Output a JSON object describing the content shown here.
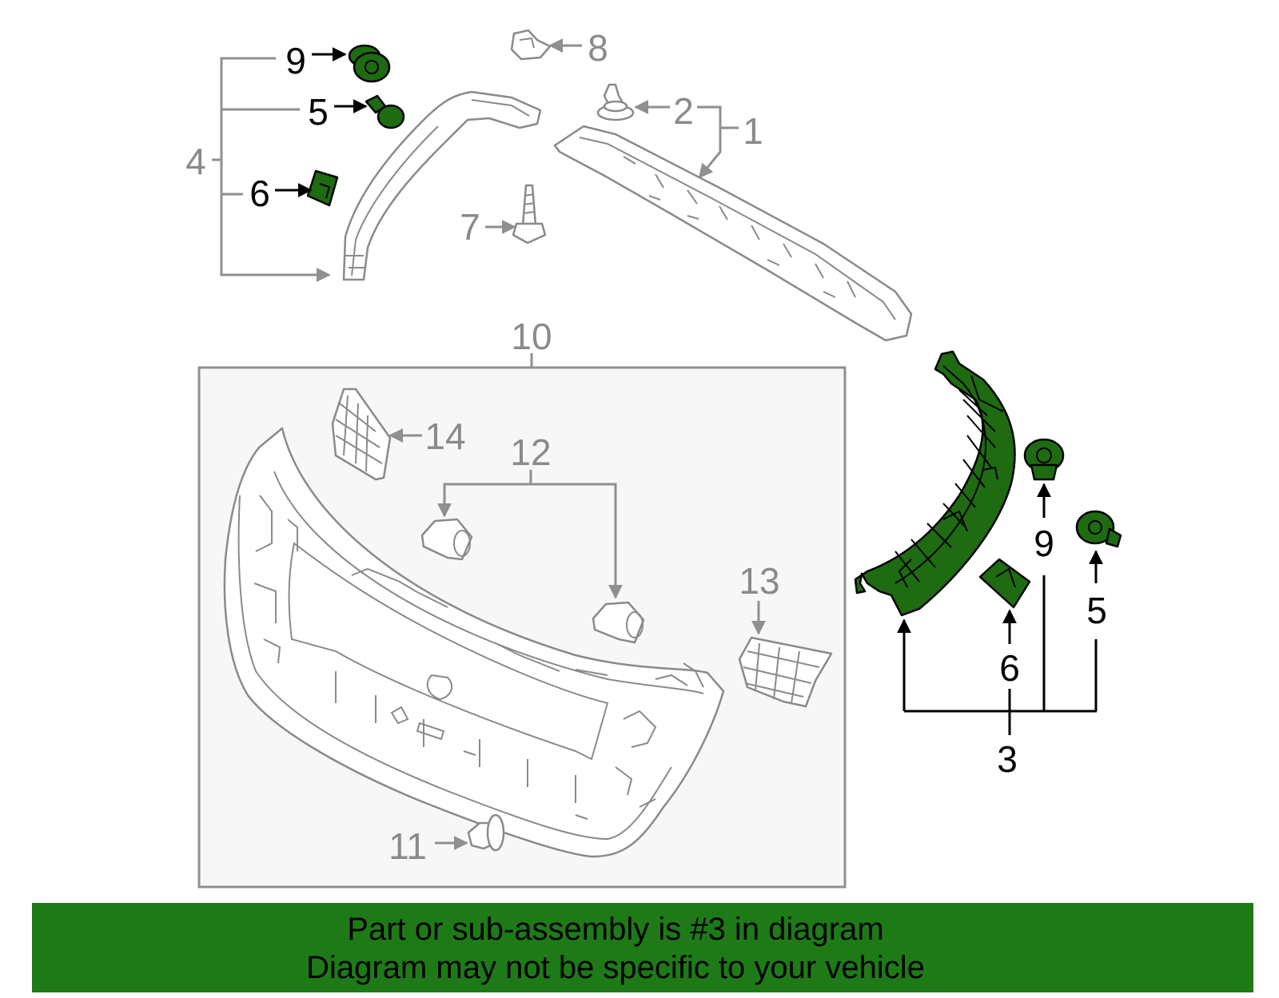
{
  "callouts": {
    "c1": "1",
    "c2": "2",
    "c3": "3",
    "c4": "4",
    "c5a": "5",
    "c5b": "5",
    "c6a": "6",
    "c6b": "6",
    "c7": "7",
    "c8": "8",
    "c9a": "9",
    "c9b": "9",
    "c10": "10",
    "c11": "11",
    "c12": "12",
    "c13": "13",
    "c14": "14"
  },
  "colors": {
    "highlight": "#1e6b12",
    "banner": "#1e7a17",
    "outline": "#8a8a8a",
    "inset_box": "#f7f7f7"
  },
  "banner": {
    "line1": "Part or sub-assembly is #3 in diagram",
    "line2": "Diagram may not be specific to your vehicle"
  }
}
